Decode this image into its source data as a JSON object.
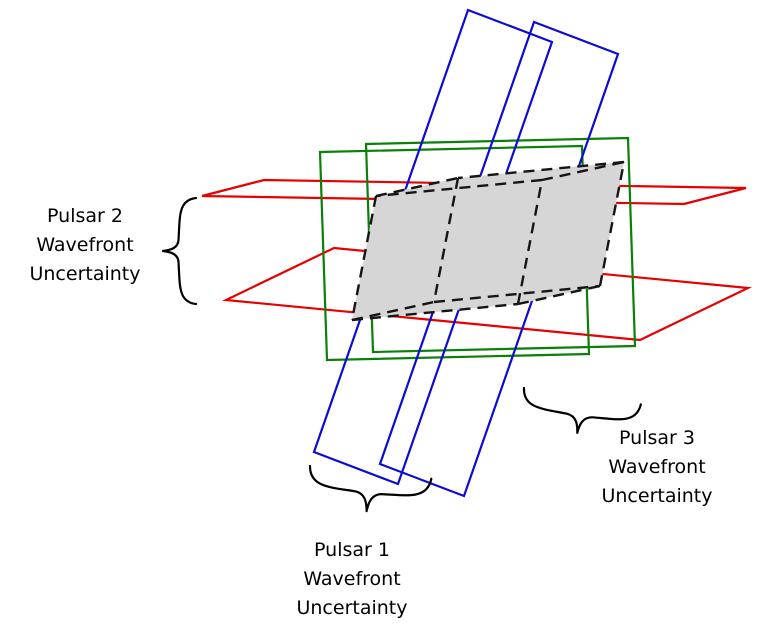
{
  "labels": {
    "pulsar1": {
      "lines": [
        "Pulsar 1",
        "Wavefront",
        "Uncertainty"
      ]
    },
    "pulsar2": {
      "lines": [
        "Pulsar 2",
        "Wavefront",
        "Uncertainty"
      ]
    },
    "pulsar3": {
      "lines": [
        "Pulsar 3",
        "Wavefront",
        "Uncertainty"
      ]
    }
  },
  "colors": {
    "pulsar1_planes": "#0b0bd6",
    "pulsar2_planes": "#e60000",
    "pulsar3_planes": "#0a7f0a",
    "uncertainty_box_fill": "#d6d6d6",
    "uncertainty_box_edge": "#151515",
    "brace_and_text": "#000000",
    "background": "#ffffff"
  }
}
